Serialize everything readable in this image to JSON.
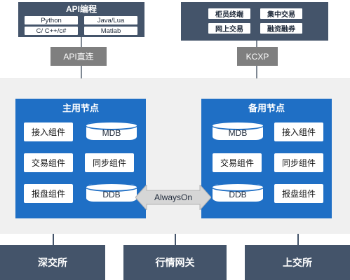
{
  "api_block": {
    "title": "API编程",
    "languages": [
      "Python",
      "Java/Lua",
      "C/ C++/c#",
      "Matlab"
    ]
  },
  "kcxp_block": {
    "items": [
      "柜员终端",
      "集中交易",
      "网上交易",
      "融资融券"
    ]
  },
  "gateways": {
    "api": "API直连",
    "kcxp": "KCXP"
  },
  "primary_node": {
    "title": "主用节点",
    "components": [
      "接入组件",
      "MDB",
      "交易组件",
      "同步组件",
      "报盘组件",
      "DDB"
    ]
  },
  "standby_node": {
    "title": "备用节点",
    "components": [
      "MDB",
      "接入组件",
      "交易组件",
      "同步组件",
      "DDB",
      "报盘组件"
    ]
  },
  "alwayson": "AlwaysOn",
  "exchanges": [
    "深交所",
    "行情网关",
    "上交所"
  ],
  "colors": {
    "navy": "#44546a",
    "node_blue": "#1f6fc5",
    "gray_label": "#7f7f7f",
    "panel_bg": "#f0f0f0"
  }
}
